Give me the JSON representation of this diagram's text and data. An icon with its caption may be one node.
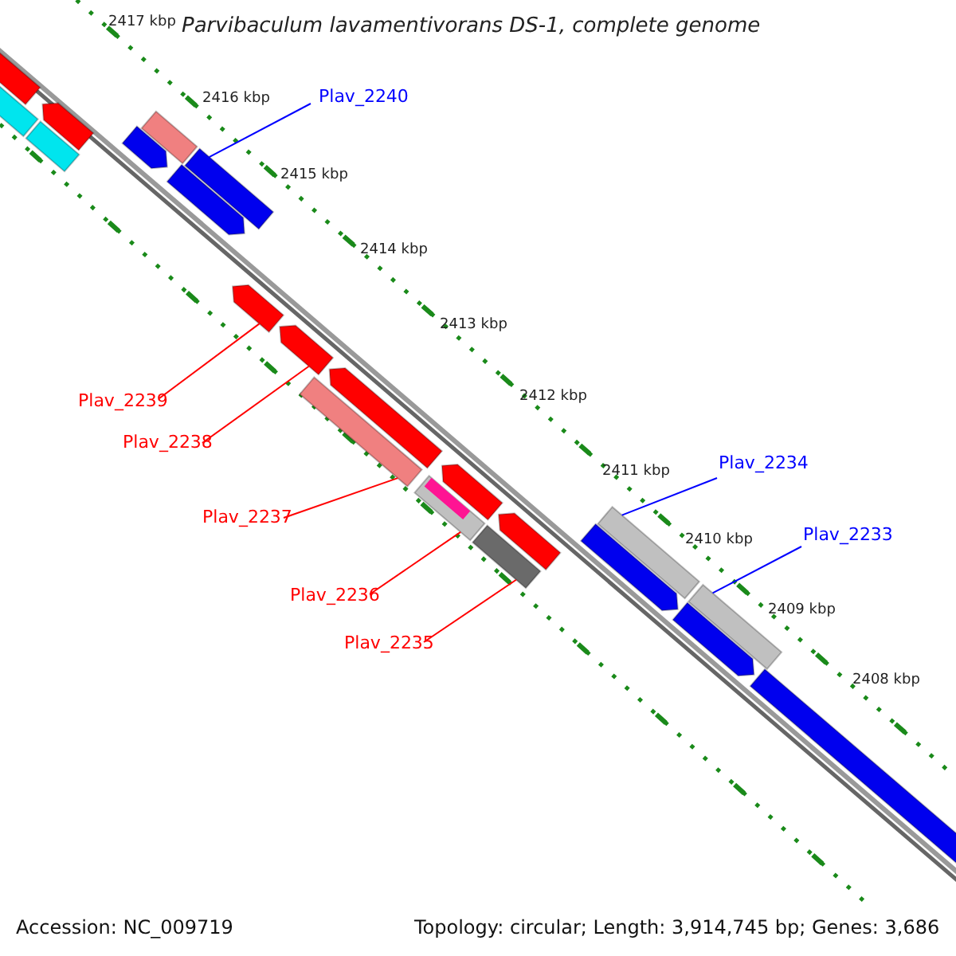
{
  "diagram": {
    "title": "Parvibaculum lavamentivorans DS-1, complete genome",
    "nodes": [
      {
        "text": [
          "Plav_2240"
        ]
      },
      {
        "text": [
          "Plav_2239"
        ]
      },
      {
        "text": [
          "Plav_2238"
        ]
      },
      {
        "text": [
          "Plav_2237"
        ]
      },
      {
        "text": [
          "Plav_2236"
        ]
      },
      {
        "text": [
          "Plav_2235"
        ]
      },
      {
        "text": [
          "Plav_2234"
        ]
      },
      {
        "text": [
          "Plav_2233"
        ]
      },
      {
        "text": [],
        "shape": "bar"
      },
      {
        "text": [],
        "shape": "bar"
      },
      {
        "text": [],
        "shape": "bar"
      },
      {
        "text": [],
        "shape": "bar"
      },
      {
        "text": [],
        "shape": "bar"
      },
      {
        "text": [],
        "shape": "bar"
      },
      {
        "text": [],
        "shape": "bar"
      },
      {
        "text": [],
        "shape": "bar"
      },
      {
        "text": [],
        "shape": "bar"
      },
      {
        "text": [],
        "shape": "bar"
      },
      {
        "text": [],
        "shape": "bar"
      },
      {
        "text": [],
        "shape": "bar"
      },
      {
        "text": [],
        "shape": "bar"
      },
      {
        "text": [],
        "shape": "bar"
      },
      {
        "text": [],
        "shape": "bar"
      },
      {
        "text": [],
        "shape": "bar"
      },
      {
        "text": [],
        "shape": "bar"
      },
      {
        "text": [],
        "shape": "bar"
      },
      {
        "text": [],
        "shape": "bar"
      },
      {
        "text": [],
        "shape": "bar"
      },
      {
        "text": [],
        "shape": "bar"
      }
    ],
    "edges": [
      {
        "from": 0,
        "to": 15,
        "arrow": "none",
        "color": "#0000ff"
      },
      {
        "from": 1,
        "to": 16,
        "arrow": "none"
      },
      {
        "from": 2,
        "to": 17,
        "arrow": "none"
      },
      {
        "from": 3,
        "to": 18,
        "arrow": "none"
      },
      {
        "from": 4,
        "to": 20,
        "arrow": "none"
      },
      {
        "from": 5,
        "to": 22,
        "arrow": "none"
      },
      {
        "from": 6,
        "to": 25,
        "arrow": "none",
        "color": "#0000ff"
      },
      {
        "from": 7,
        "to": 27,
        "arrow": "none",
        "color": "#0000ff"
      }
    ],
    "labels": [
      "2417 kbp",
      "2416 kbp",
      "2415 kbp",
      "2414 kbp",
      "2413 kbp",
      "2412 kbp",
      "2411 kbp",
      "2410 kbp",
      "2409 kbp",
      "2408 kbp",
      "Accession: NC_009719",
      "Topology: circular; Length: 3,914,745 bp; Genes: 3,686"
    ]
  }
}
